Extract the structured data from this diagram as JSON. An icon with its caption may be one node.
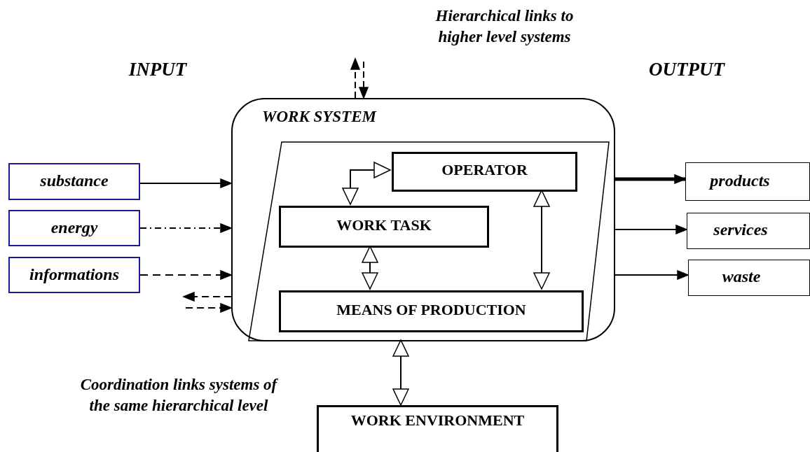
{
  "diagram": {
    "nodes": [
      {
        "text": [
          "WORK SYSTEM"
        ]
      },
      {
        "text": [],
        "shape": "parallelogram",
        "in": 0
      },
      {
        "text": [
          "OPERATOR"
        ],
        "in": 1
      },
      {
        "text": [
          "WORK TASK"
        ],
        "in": 1
      },
      {
        "text": [
          "MEANS OF PRODUCTION"
        ],
        "in": 1
      },
      {
        "text": [
          "substance"
        ]
      },
      {
        "text": [
          "energy"
        ]
      },
      {
        "text": [
          "informations"
        ]
      },
      {
        "text": [
          "products"
        ]
      },
      {
        "text": [
          "services"
        ]
      },
      {
        "text": [
          "waste"
        ]
      },
      {
        "text": [
          "WORK ENVIRONMENT"
        ]
      }
    ],
    "edges": [
      {
        "from": 5,
        "to": 0,
        "arrow": "to"
      },
      {
        "from": 6,
        "to": 0,
        "arrow": "to",
        "style": "dashed"
      },
      {
        "from": 7,
        "to": 0,
        "arrow": "to",
        "style": "dashed"
      },
      {
        "from": 0,
        "to": 8,
        "arrow": "to",
        "style": "thick"
      },
      {
        "from": 0,
        "to": 9,
        "arrow": "to"
      },
      {
        "from": 0,
        "to": 10,
        "arrow": "to"
      },
      {
        "from": 2,
        "to": 3,
        "arrow": "both"
      },
      {
        "from": 3,
        "to": 4,
        "arrow": "both"
      },
      {
        "from": 2,
        "to": 4,
        "arrow": "both"
      },
      {
        "from": 1,
        "to": 11,
        "arrow": "both"
      },
      {
        "from": 0,
        "to": null,
        "arrow": "to",
        "style": "dashed"
      },
      {
        "from": null,
        "to": 0,
        "arrow": "to",
        "style": "dashed"
      },
      {
        "from": 0,
        "to": null,
        "arrow": "to",
        "style": "dashed"
      },
      {
        "from": null,
        "to": 0,
        "arrow": "to",
        "style": "dashed"
      }
    ],
    "labels": [
      "Hierarchical links to higher level systems",
      "INPUT",
      "OUTPUT",
      "Coordination links systems of the same hierarchical level"
    ]
  }
}
